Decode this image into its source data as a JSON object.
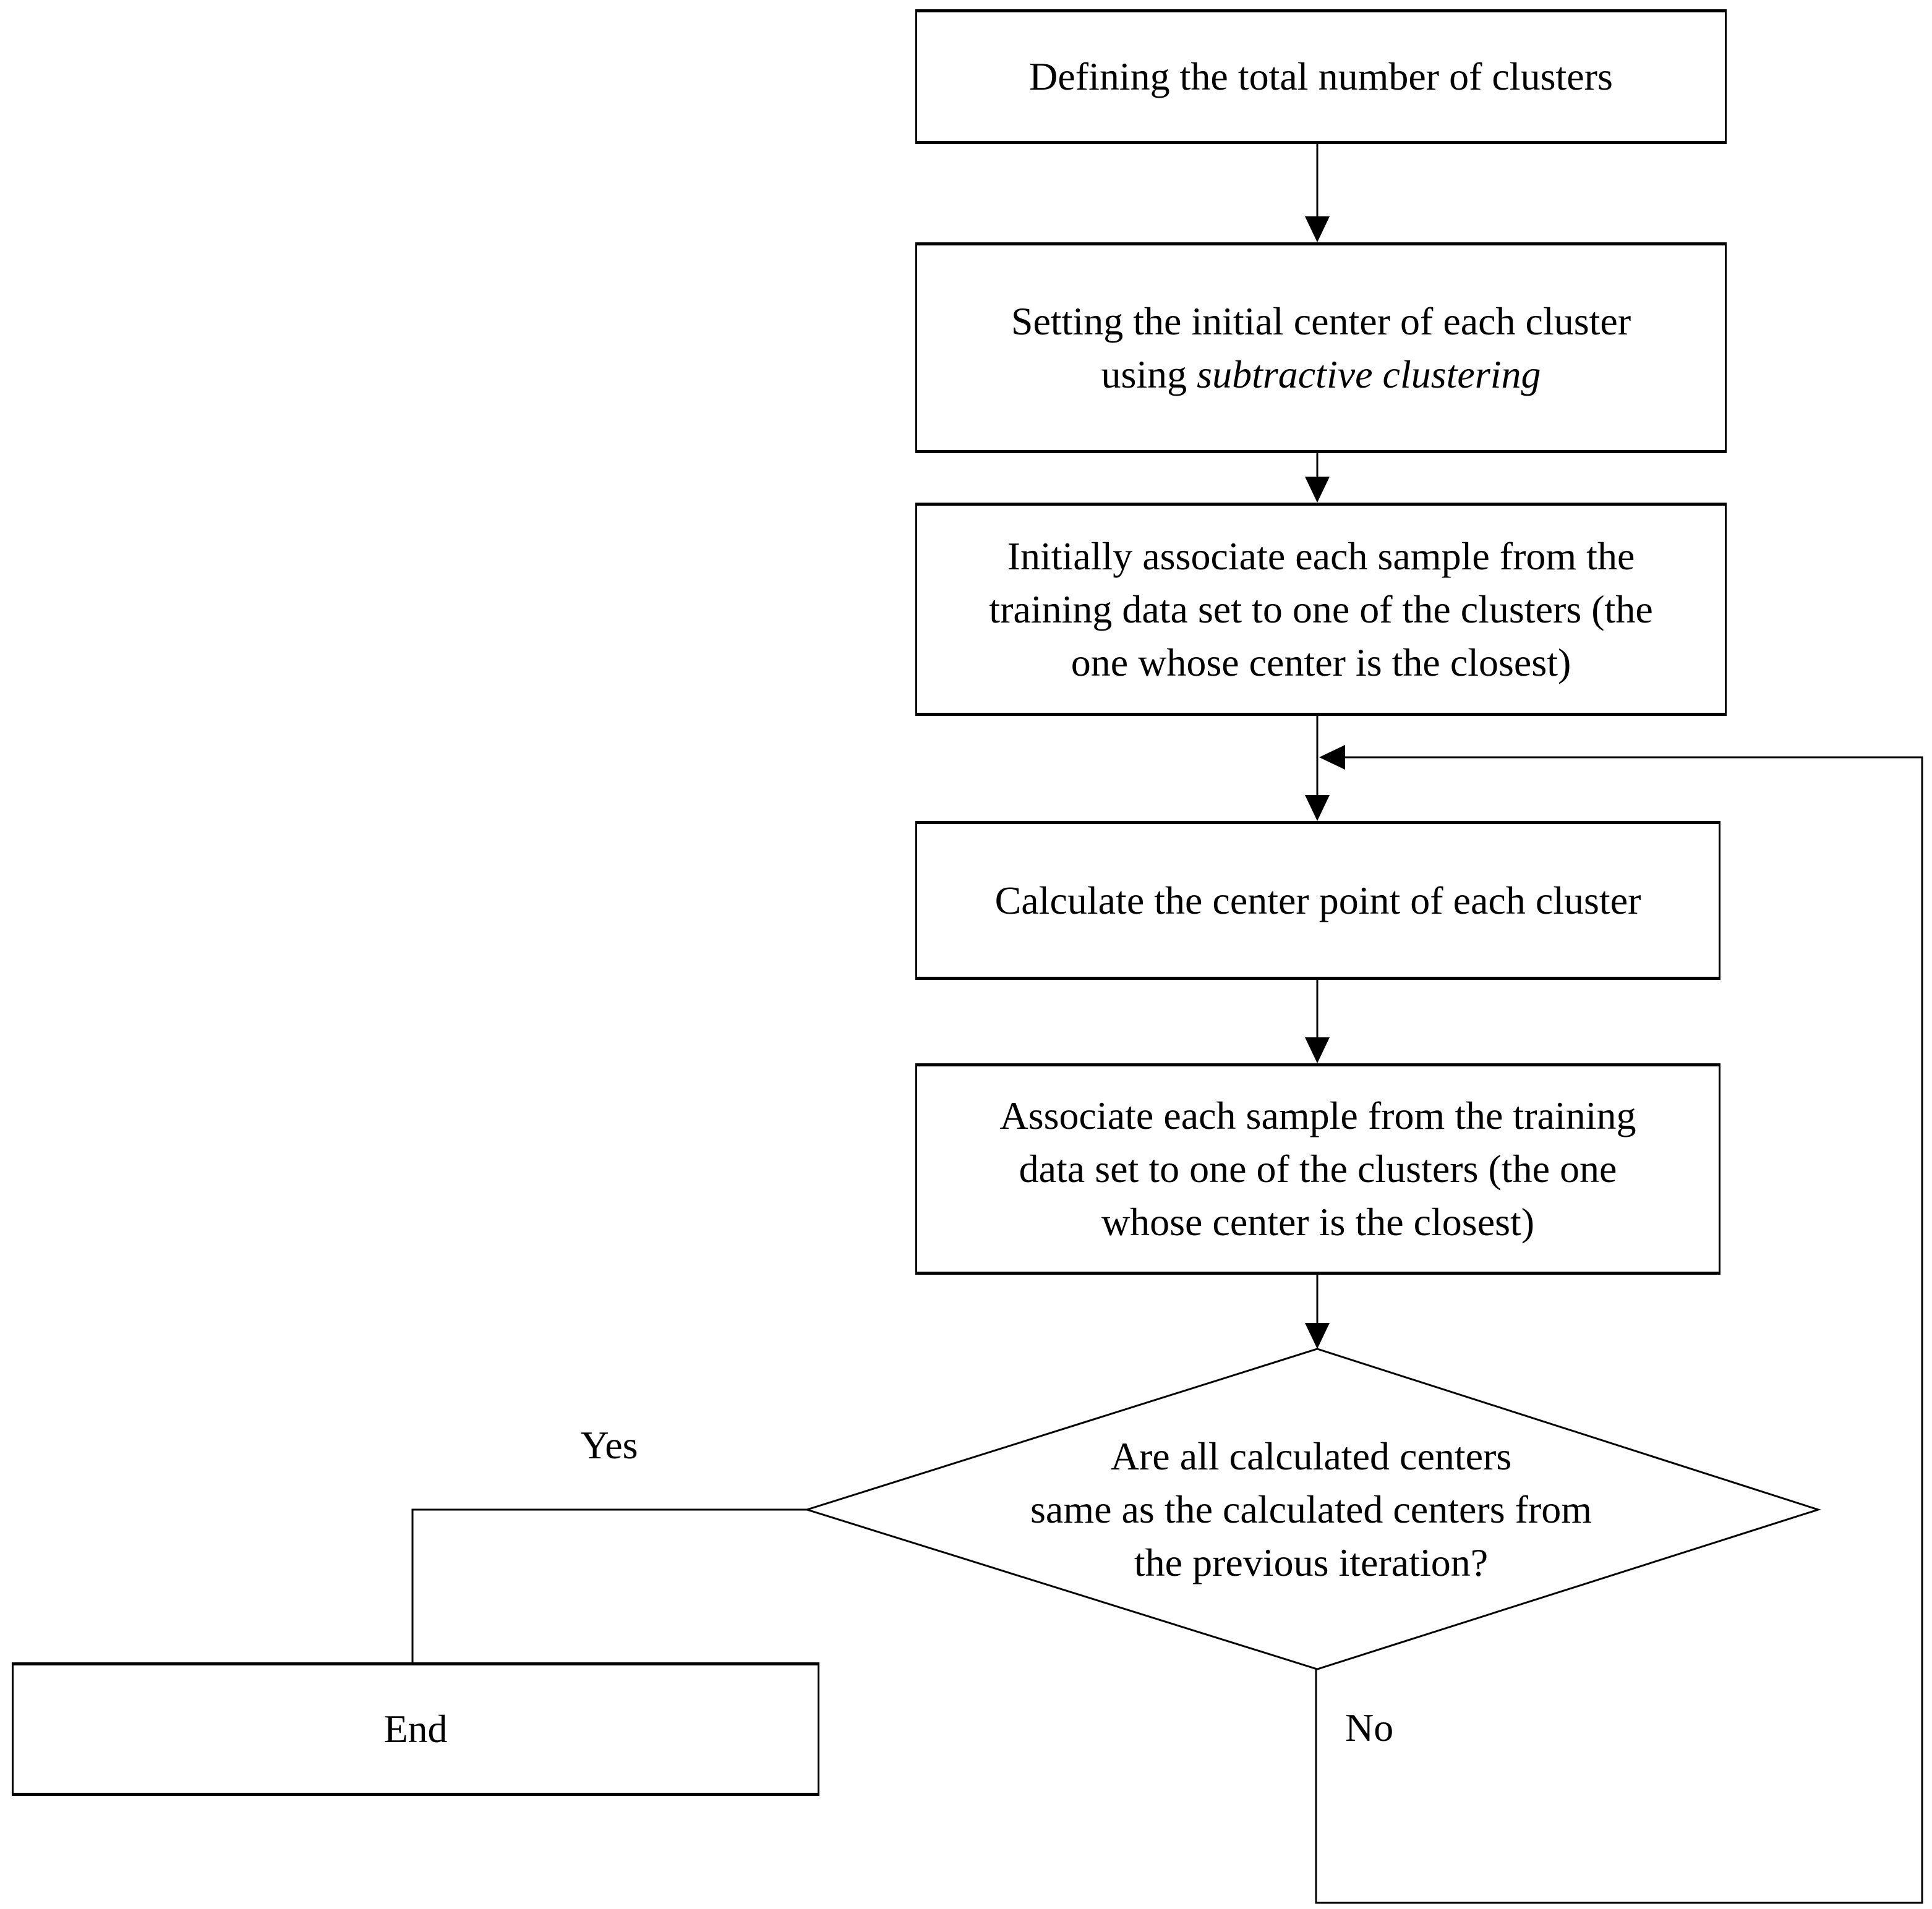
{
  "diagram": {
    "background": "#ffffff",
    "stroke_color": "#000000",
    "boxes": {
      "define_clusters": {
        "line1": "Defining the total number of clusters"
      },
      "set_initial_centers": {
        "line1": "Setting the initial center of each cluster",
        "line2_normal": "using ",
        "line2_italic": "subtractive clustering"
      },
      "initially_associate": {
        "line1": "Initially associate each sample from the",
        "line2": "training data set to one of the clusters (the",
        "line3": "one whose center is the closest)"
      },
      "calculate_center": {
        "line1": "Calculate the center point of each cluster"
      },
      "associate_samples": {
        "line1": "Associate each sample from the training",
        "line2": "data set to one of the clusters (the one",
        "line3": "whose center is the closest)"
      },
      "end": {
        "label": "End"
      }
    },
    "decision": {
      "line1": "Are all calculated centers",
      "line2": "same as the calculated centers from",
      "line3": "the previous iteration?"
    },
    "edge_labels": {
      "yes": "Yes",
      "no": "No"
    }
  }
}
